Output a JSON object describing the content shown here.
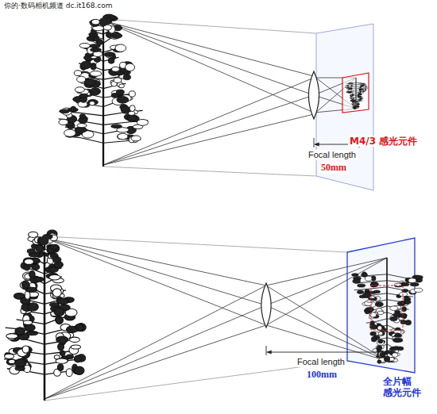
{
  "diagram": {
    "labels": [
      "你的·数码相机频道 dc.it168.com",
      "M4/3 感光元件",
      "Focal length",
      "50mm",
      "Focal length",
      "100mm",
      "全片幅 感光元件"
    ]
  }
}
